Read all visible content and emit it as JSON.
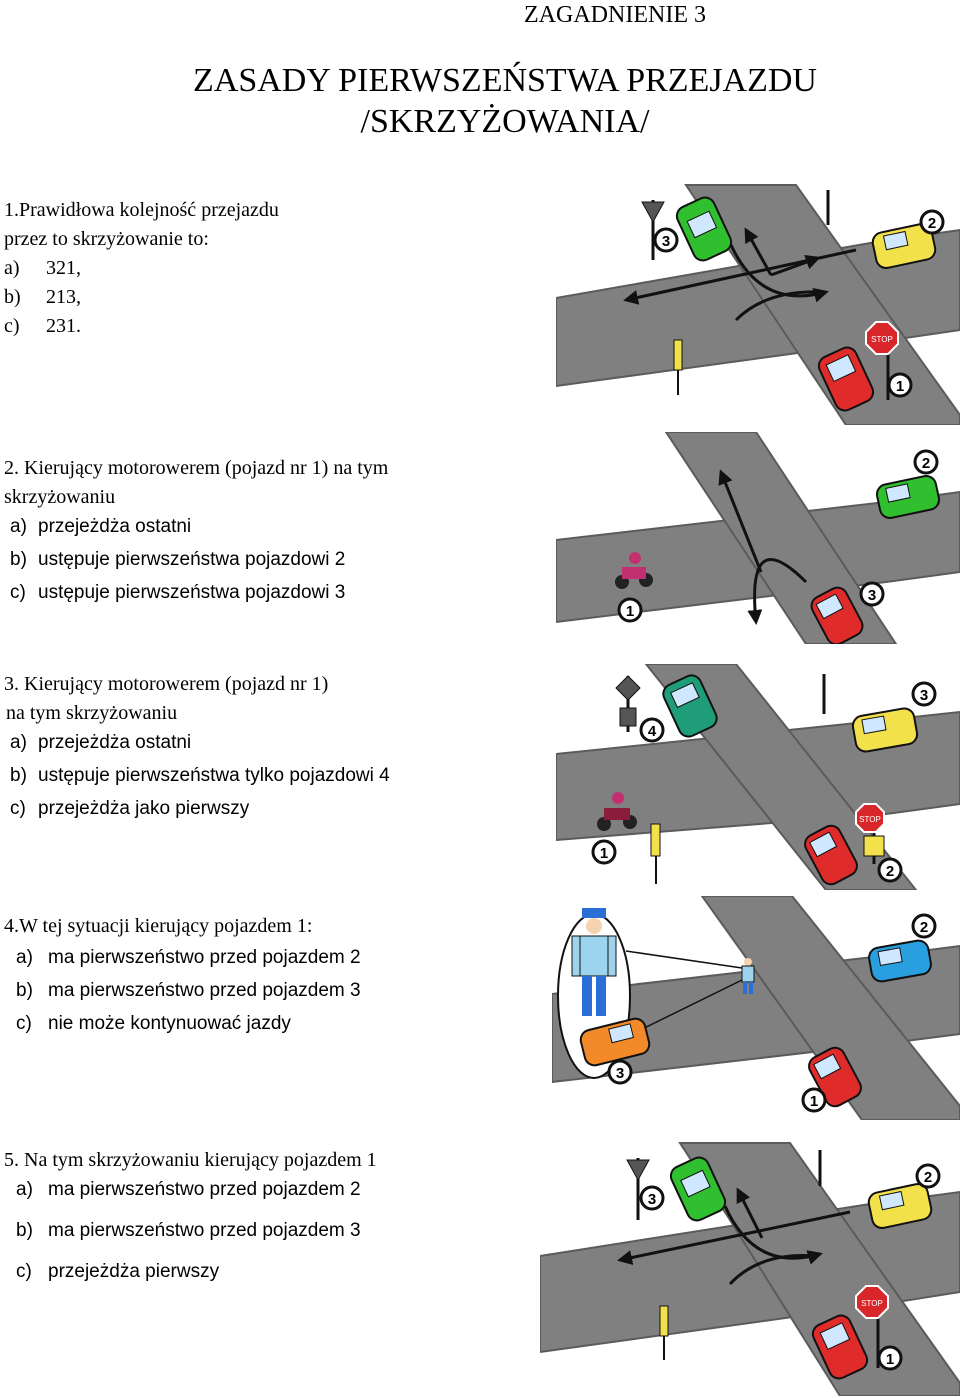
{
  "header": {
    "topic": "ZAGADNIENIE 3",
    "title_line1": "ZASADY PIERWSZEŃSTWA PRZEJAZDU",
    "title_line2": "/SKRZYŻOWANIA/"
  },
  "q1": {
    "line1": "1.Prawidłowa kolejność przejazdu",
    "line2": "przez to skrzyżowanie to:",
    "options": [
      {
        "letter": "a)",
        "text": "321,"
      },
      {
        "letter": "b)",
        "text": "213,"
      },
      {
        "letter": "c)",
        "text": "231."
      }
    ]
  },
  "q2": {
    "line1": "2. Kierujący motorowerem (pojazd nr 1) na tym",
    "line2": "skrzyżowaniu",
    "options": [
      {
        "letter": "a)",
        "text": "przejeżdża ostatni"
      },
      {
        "letter": "b)",
        "text": "ustępuje pierwszeństwa pojazdowi 2"
      },
      {
        "letter": "c)",
        "text": "ustępuje pierwszeństwa pojazdowi 3"
      }
    ]
  },
  "q3": {
    "line1": "3. Kierujący motorowerem (pojazd nr 1)",
    "line2": "na tym skrzyżowaniu",
    "options": [
      {
        "letter": "a)",
        "text": "przejeżdża ostatni"
      },
      {
        "letter": "b)",
        "text": "ustępuje pierwszeństwa tylko pojazdowi 4"
      },
      {
        "letter": "c)",
        "text": "przejeżdża jako pierwszy"
      }
    ]
  },
  "q4": {
    "line1": "4.W tej sytuacji kierujący pojazdem 1:",
    "options": [
      {
        "letter": "a)",
        "text": "ma pierwszeństwo przed pojazdem 2"
      },
      {
        "letter": "b)",
        "text": "ma pierwszeństwo przed pojazdem 3"
      },
      {
        "letter": "c)",
        "text": "nie może kontynuować jazdy"
      }
    ]
  },
  "q5": {
    "line1": "5. Na tym skrzyżowaniu kierujący pojazdem 1",
    "options": [
      {
        "letter": "a)",
        "text": "ma pierwszeństwo przed pojazdem 2"
      },
      {
        "letter": "b)",
        "text": "ma pierwszeństwo przed pojazdem 3"
      },
      {
        "letter": "c)",
        "text": "przejeżdża pierwszy"
      }
    ]
  },
  "markers": {
    "n1": "1",
    "n2": "2",
    "n3": "3",
    "n4": "4"
  },
  "stop_text": "STOP",
  "colors": {
    "road": "#7f7f7f",
    "road_edge": "#5a5a5a",
    "car_green": "#2fbf2f",
    "car_yellow": "#f2e14a",
    "car_red": "#e02b2b",
    "car_teal": "#1f9c78",
    "car_blue": "#2a9fdf",
    "car_orange": "#f28a2a",
    "stop_sign": "#d8262a",
    "police_blue": "#2b6fd6"
  }
}
